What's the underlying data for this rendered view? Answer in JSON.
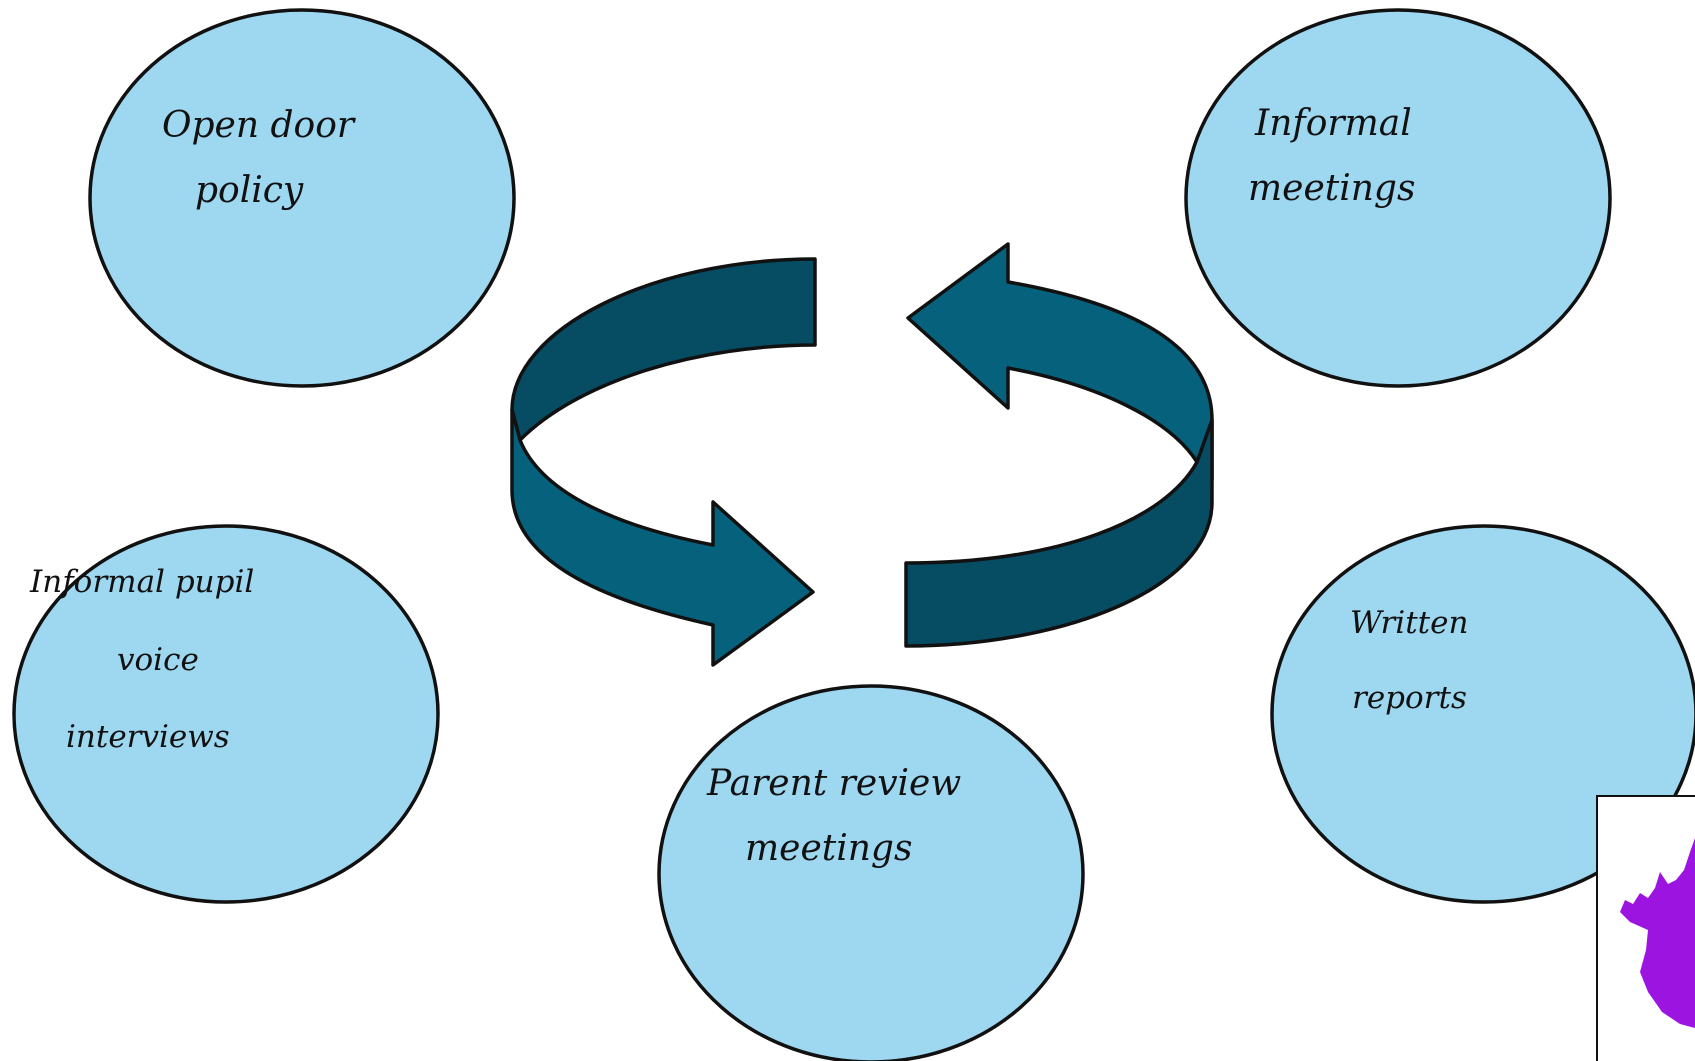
{
  "bubbles": {
    "open_door": {
      "line1": "Open door",
      "line2": "policy"
    },
    "informal_meetings": {
      "line1": "Informal",
      "line2": "meetings"
    },
    "pupil_voice": {
      "line1": "Informal pupil",
      "line2": "voice",
      "line3": "interviews"
    },
    "written_reports": {
      "line1": "Written",
      "line2": "reports"
    },
    "parent_review": {
      "line1": "Parent review",
      "line2": "meetings"
    }
  },
  "colors": {
    "bubble_fill": "#9dd7f0",
    "arrow_dark": "#064c63",
    "arrow_light": "#06627c",
    "logo": "#9c14e0"
  },
  "icons": {
    "cycle": "circular-arrows-icon",
    "logo": "stag-head-logo"
  }
}
